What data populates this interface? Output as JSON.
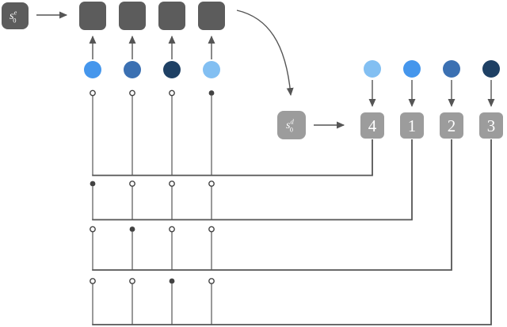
{
  "colors": {
    "encoder_box": "#5c5c5c",
    "decoder_box": "#9c9c9c",
    "line": "#555555",
    "dot_filled": "#424242",
    "label_text": "#ffffff",
    "input_values": [
      "#4596ec",
      "#3b70b2",
      "#1e4064",
      "#82bff2"
    ],
    "output_values": [
      "#82bff2",
      "#4596ec",
      "#3b70b2",
      "#1e4064"
    ]
  },
  "encoder": {
    "state_label": {
      "base": "s",
      "sub": "0",
      "sup": "e"
    }
  },
  "decoder": {
    "state_label": {
      "base": "s",
      "sub": "0",
      "sup": "d"
    },
    "outputs": [
      "4",
      "1",
      "2",
      "3"
    ]
  },
  "attention": {
    "rows": [
      {
        "step": 1,
        "selected_input": 4
      },
      {
        "step": 2,
        "selected_input": 1
      },
      {
        "step": 3,
        "selected_input": 2
      },
      {
        "step": 4,
        "selected_input": 3
      }
    ]
  }
}
